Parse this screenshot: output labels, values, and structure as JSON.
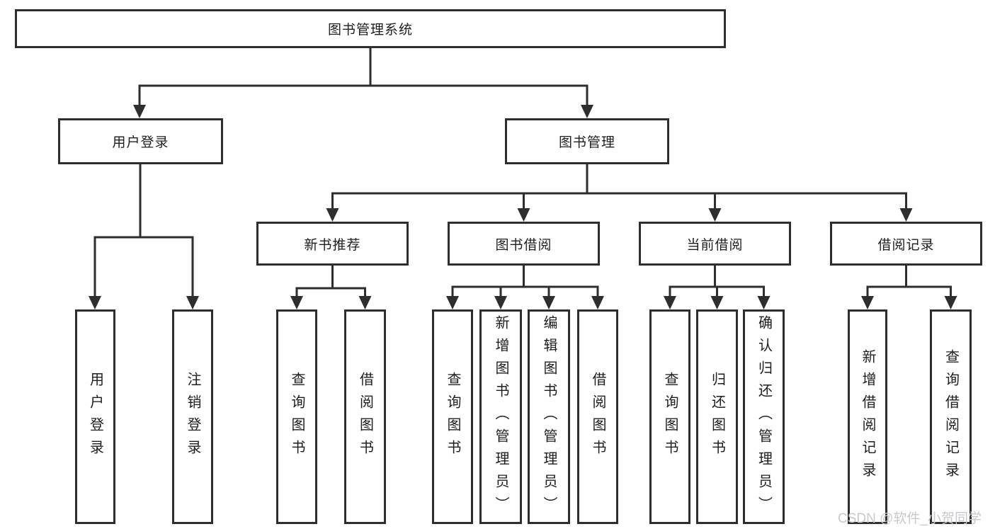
{
  "diagram": {
    "root": "图书管理系统",
    "branches": {
      "user_login": {
        "label": "用户登录",
        "children": [
          "用户登录",
          "注销登录"
        ]
      },
      "book_management": {
        "label": "图书管理",
        "sections": [
          {
            "label": "新书推荐",
            "children": [
              "查询图书",
              "借阅图书"
            ]
          },
          {
            "label": "图书借阅",
            "children": [
              "查询图书",
              "新增图书（管理员）",
              "编辑图书（管理员）",
              "借阅图书"
            ]
          },
          {
            "label": "当前借阅",
            "children": [
              "查询图书",
              "归还图书",
              "确认归还（管理员）"
            ]
          },
          {
            "label": "借阅记录",
            "children": [
              "新增借阅记录",
              "查询借阅记录"
            ]
          }
        ]
      }
    }
  },
  "watermark": "CSDN @软件_小贺同学",
  "colors": {
    "line": "#2e2e2e",
    "text": "#1e1e1e",
    "watermark": "#c9c9cd",
    "background": "#ffffff"
  }
}
